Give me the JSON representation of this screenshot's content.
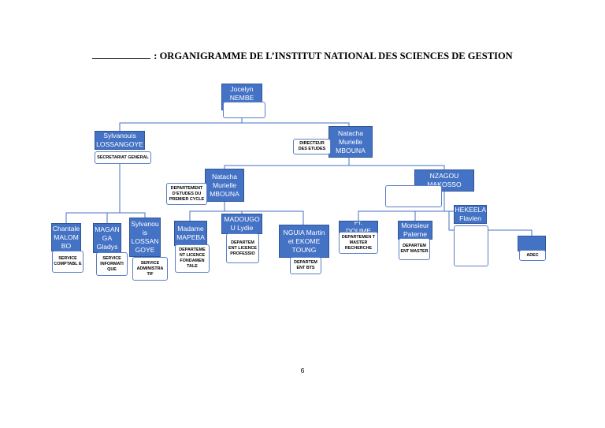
{
  "document": {
    "title_blank": "___________",
    "title": ": ORGANIGRAMME DE L’INSTITUT NATIONAL DES SCIENCES DE GESTION",
    "page_number": "6"
  },
  "colors": {
    "box_fill": "#4472C4",
    "line": "#4472C4",
    "label_border": "#5b7fc4"
  },
  "nodes": {
    "nembe": "Jocelyn NEMBE",
    "lossangoye": "Sylvanouis LOSSANGOYE",
    "mbouna_de": "Natacha Murielle MBOUNA",
    "mbouna_dep": "Natacha Murielle MBOUNA",
    "makosso": "NZAGOU MAKOSSO",
    "malombo": "Chantale MALOM BO",
    "magangа": "MAGAN GA Gladys",
    "lossangoye2": "Sylvanou is LOSSAN GOYE",
    "mapeba": "Madame MAPEBA",
    "madougou": "MADOUGO U Lydie",
    "nguia": "NGUIA Martin et EKOME TOUNG",
    "doume": "Pr. DOUME",
    "paterne": "Monsieur Paterne",
    "hekeela": "HEKEELA Flavien"
  },
  "labels": {
    "secretariat": "SECRETARIAT GENERAL",
    "directeur": "DIRECTEUR DES ETUDES",
    "premier_cycle": "DEPARTEMENT D’ETUDES DU PREMIER CYCLE",
    "comptable": "SERVICE COMPTABL E",
    "informatique": "SERVICE INFORMATI QUE",
    "administratif": "SERVICE ADMINISTRA TIF",
    "licence_fond": "DEPARTEME NT LICENCE FONDAMEN TALE",
    "licence_pro": "DEPARTEM ENT LICENCE PROFESSIO",
    "bts": "DEPARTEM ENT BTS",
    "master_rech": "DEPARTEMEN T MASTER RECHERCHE",
    "master": "DEPARTEM ENT MASTER",
    "adec": "ADEC"
  }
}
